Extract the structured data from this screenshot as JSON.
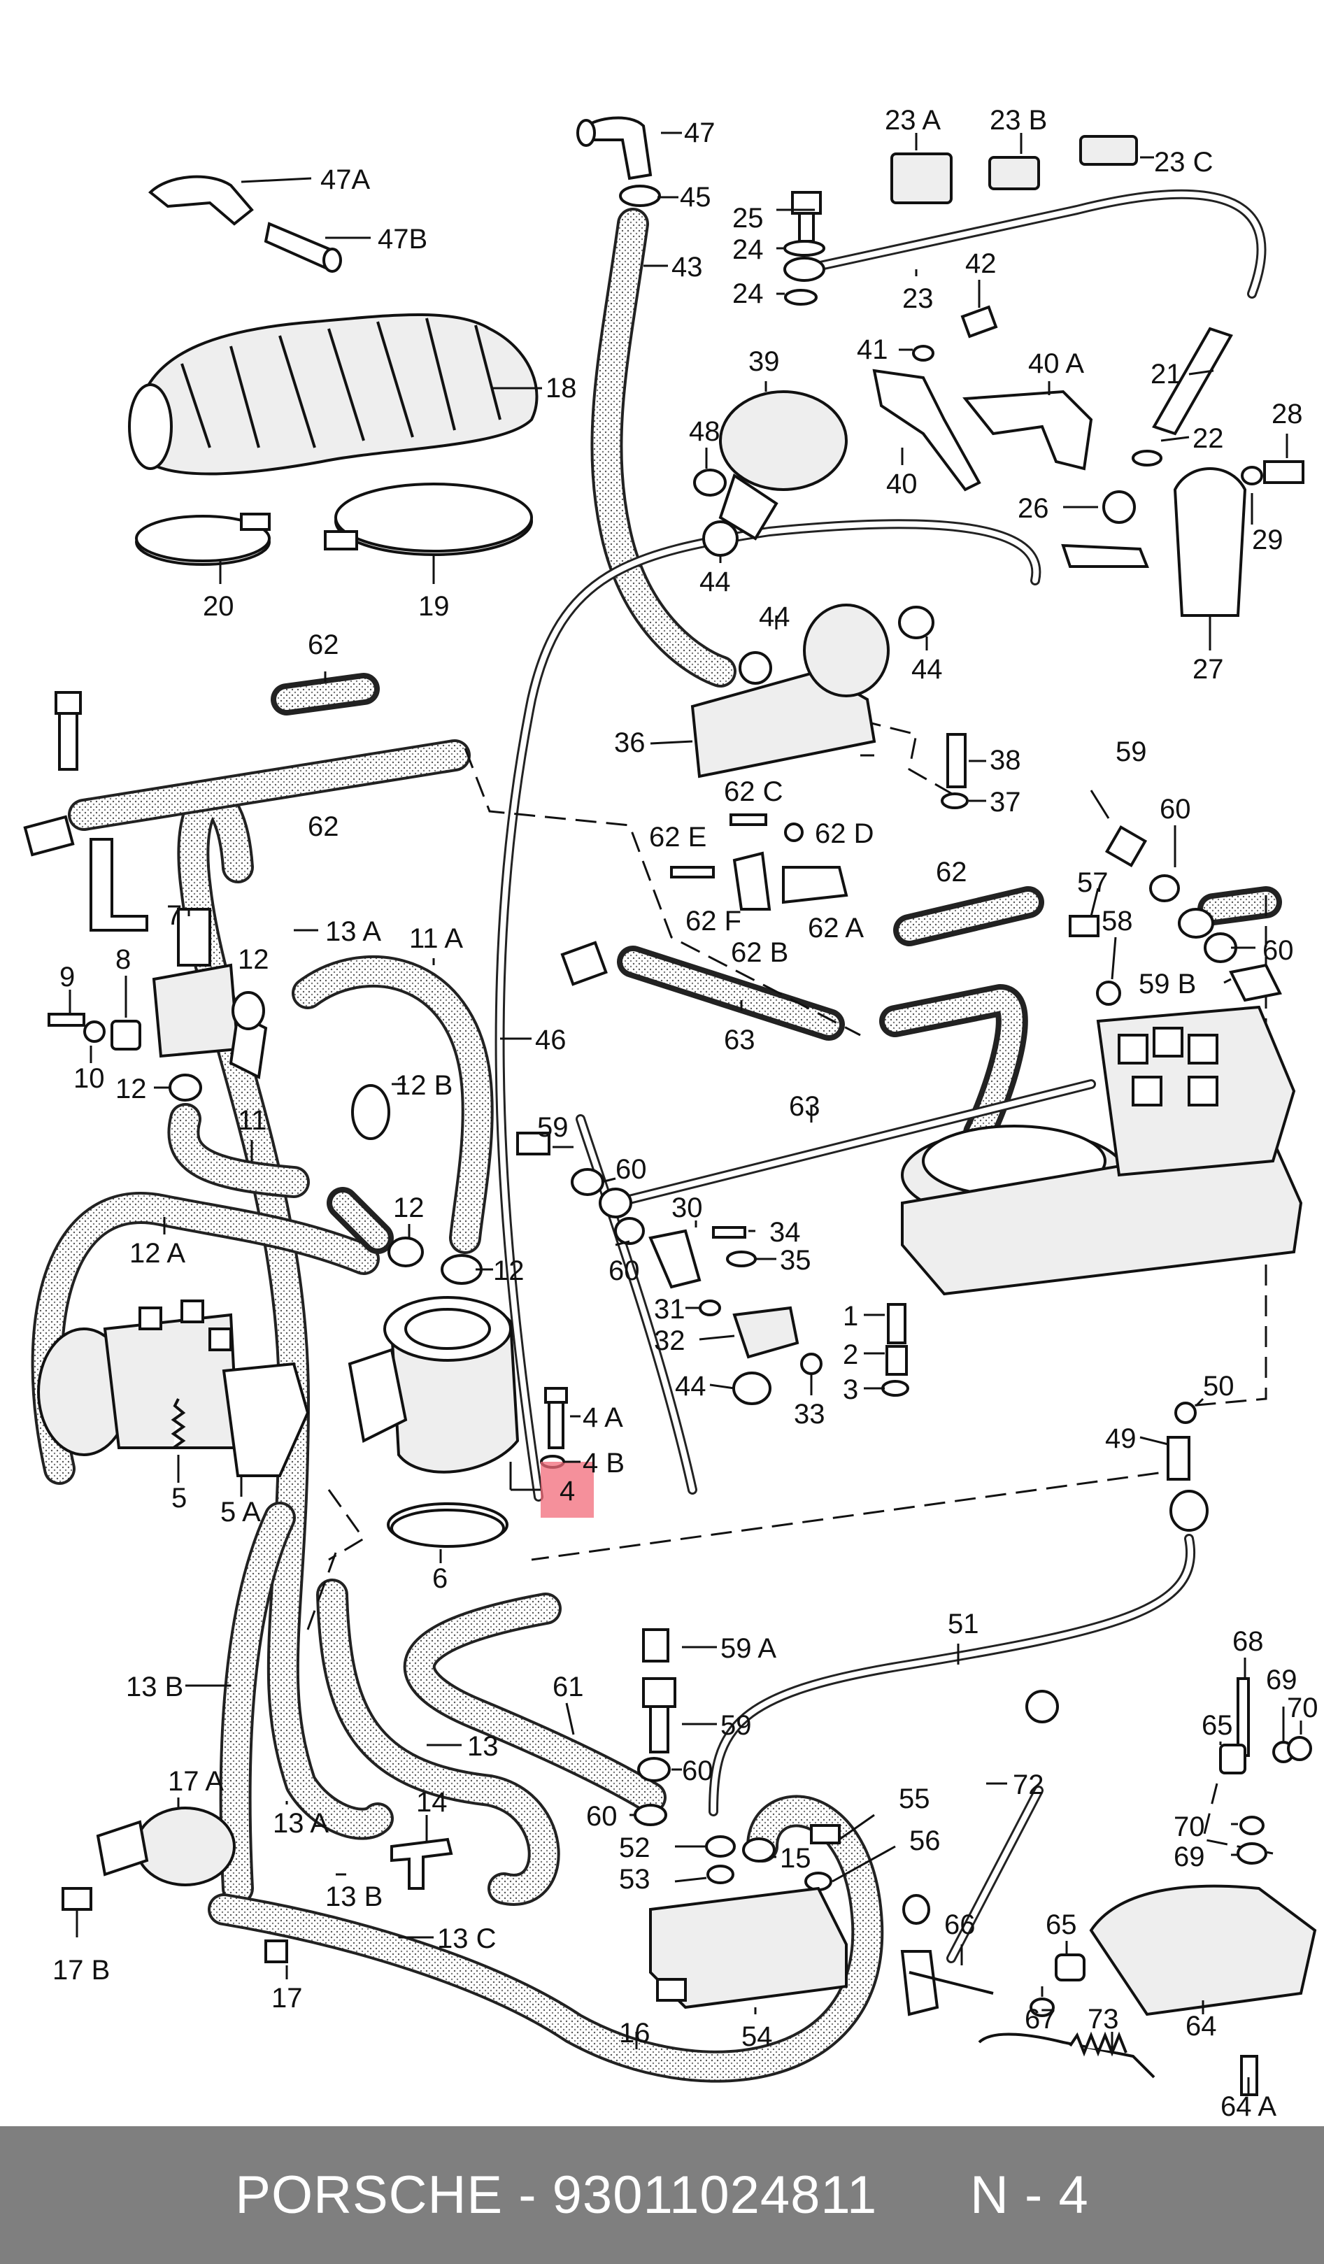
{
  "footer": {
    "brand": "PORSCHE",
    "separator": " - ",
    "part_number": "93011024811",
    "diagram_ref": "N - 4"
  },
  "callouts": {
    "c47": "47",
    "c47A": "47A",
    "c47B": "47B",
    "c45": "45",
    "c43": "43",
    "c25": "25",
    "c24a": "24",
    "c24b": "24",
    "c23A": "23 A",
    "c23B": "23 B",
    "c23C": "23 C",
    "c23": "23",
    "c42": "42",
    "c41": "41",
    "c40A": "40 A",
    "c40": "40",
    "c39": "39",
    "c48": "48",
    "c18": "18",
    "c20": "20",
    "c19": "19",
    "c21": "21",
    "c22": "22",
    "c28": "28",
    "c26": "26",
    "c29": "29",
    "c27": "27",
    "c44a": "44",
    "c44b": "44",
    "c44c": "44",
    "c36": "36",
    "c38": "38",
    "c37": "37",
    "c62a": "62",
    "c62b": "62",
    "c62c": "62",
    "c62C": "62 C",
    "c62E": "62 E",
    "c62D": "62 D",
    "c62F": "62 F",
    "c62B": "62 B",
    "c62A": "62 A",
    "c59a": "59",
    "c60a": "60",
    "c57": "57",
    "c58": "58",
    "c60b": "60",
    "c59B": "59 B",
    "c7": "7",
    "c8": "8",
    "c9": "9",
    "c10": "10",
    "c12a": "12",
    "c12b": "12",
    "c13A": "13 A",
    "c11A": "11 A",
    "c12B": "12 B",
    "c11": "11",
    "c46": "46",
    "c63a": "63",
    "c63b": "63",
    "c59b": "59",
    "c60c": "60",
    "c60d": "60",
    "c12A": "12 A",
    "c12c": "12",
    "c12d": "12",
    "c30": "30",
    "c34": "34",
    "c35": "35",
    "c31": "31",
    "c32": "32",
    "c44d": "44",
    "c33": "33",
    "c1": "1",
    "c2": "2",
    "c3": "3",
    "c50": "50",
    "c49": "49",
    "c4A": "4 A",
    "c4B": "4 B",
    "c4": "4",
    "c5": "5",
    "c5A": "5 A",
    "c6": "6",
    "c51": "51",
    "c59A": "59 A",
    "c59c": "59",
    "c61": "61",
    "c60e": "60",
    "c60f": "60",
    "c13B": "13 B",
    "c13": "13",
    "c17A": "17 A",
    "c14": "14",
    "c13Aa": "13 A",
    "c13Ba": "13 B",
    "c13C": "13 C",
    "c17B": "17 B",
    "c17": "17",
    "c52": "52",
    "c53": "53",
    "c15": "15",
    "c55": "55",
    "c56": "56",
    "c54": "54",
    "c16": "16",
    "c72": "72",
    "c68": "68",
    "c65a": "65",
    "c69a": "69",
    "c70a": "70",
    "c70b": "70",
    "c69b": "69",
    "c66": "66",
    "c67": "67",
    "c65b": "65",
    "c64": "64",
    "c73": "73",
    "c64A": "64 A"
  },
  "highlight": {
    "label": "4",
    "color": "#f26b7a"
  },
  "colors": {
    "footer_bg": "#7f7f7f",
    "footer_text": "#ffffff",
    "line": "#111111"
  }
}
